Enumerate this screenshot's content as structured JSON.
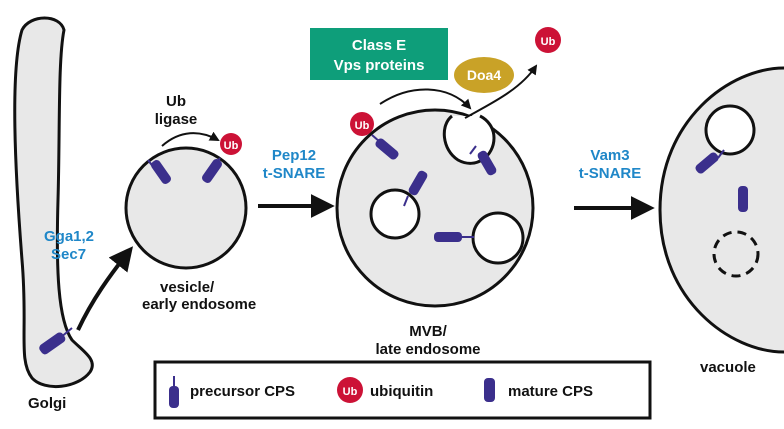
{
  "colors": {
    "membrane_fill": "#e8e8e8",
    "outline": "#111111",
    "protein": "#3b2f8c",
    "ubiquitin": "#cc1236",
    "label_blue": "#1f87c8",
    "class_e_box": "#0e9e7a",
    "doa4": "#c9a227"
  },
  "labels": {
    "golgi": "Golgi",
    "gga": "Gga1,2",
    "sec7": "Sec7",
    "ub_ligase_1": "Ub",
    "ub_ligase_2": "ligase",
    "vesicle_1": "vesicle/",
    "vesicle_2": "early  endosome",
    "pep12": "Pep12",
    "pep12_snare": "t-SNARE",
    "class_e_1": "Class  E",
    "class_e_2": "Vps  proteins",
    "doa4": "Doa4",
    "mvb_1": "MVB/",
    "mvb_2": "late  endosome",
    "vam3": "Vam3",
    "vam3_snare": "t-SNARE",
    "vacuole": "vacuole",
    "ub": "Ub"
  },
  "legend": {
    "precursor": "precursor  CPS",
    "ubiquitin": "ubiquitin",
    "mature": "mature  CPS"
  }
}
